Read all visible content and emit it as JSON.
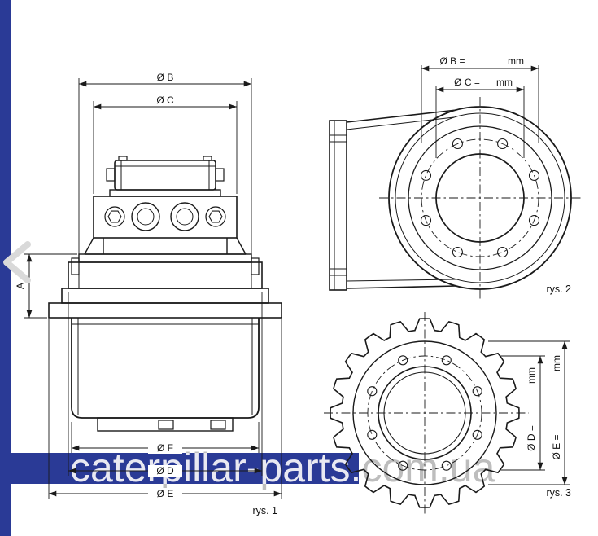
{
  "watermark": {
    "text": "caterpillar-parts.com.ua"
  },
  "figures": {
    "fig1": {
      "caption": "rys. 1",
      "dim_b": "Ø B",
      "dim_c": "Ø C",
      "dim_a": "A",
      "dim_f": "Ø F",
      "dim_d": "Ø D",
      "dim_e": "Ø E"
    },
    "fig2": {
      "caption": "rys. 2",
      "dim_b_label": "Ø B =",
      "dim_b_unit": "mm",
      "dim_c_label": "Ø C =",
      "dim_c_unit": "mm"
    },
    "fig3": {
      "caption": "rys. 3",
      "dim_d_label": "Ø D =",
      "dim_d_unit": "mm",
      "dim_e_label": "Ø E =",
      "dim_e_unit": "mm"
    }
  },
  "colors": {
    "line": "#1a1a1a",
    "accent_blue": "#2a3a96",
    "watermark_gray": "#bdbdbd"
  }
}
